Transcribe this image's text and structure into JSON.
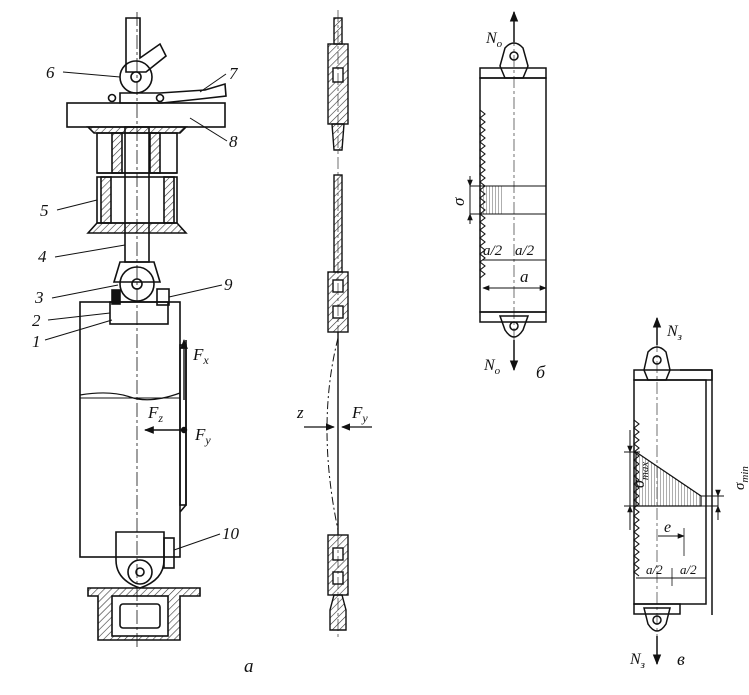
{
  "labels": {
    "part_numbers": [
      "1",
      "2",
      "3",
      "4",
      "5",
      "6",
      "7",
      "8",
      "9",
      "10"
    ],
    "forces": {
      "fx": "F",
      "fx_sub": "x",
      "fy": "F",
      "fy_sub": "y",
      "fz": "F",
      "fz_sub": "z"
    },
    "profile": {
      "z": "z",
      "fy": "F",
      "fy_sub": "y"
    },
    "panel_b": {
      "n_top": "N",
      "n_top_sub": "o",
      "n_bot": "N",
      "n_bot_sub": "o",
      "sigma": "σ",
      "half_a_left": "a/2",
      "half_a_right": "a/2",
      "a": "a",
      "letter": "б"
    },
    "panel_v": {
      "n_top": "N",
      "n_top_sub": "з",
      "n_bot": "N",
      "n_bot_sub": "з",
      "sigma_max": "σ",
      "sigma_max_sub": "max",
      "sigma_min": "σ",
      "sigma_min_sub": "min",
      "e": "e",
      "half_a_left": "a/2",
      "half_a_right": "a/2",
      "letter": "в"
    },
    "fig_letter": "а"
  },
  "colors": {
    "ink": "#111111",
    "hatch": "#333333",
    "paper": "#ffffff"
  }
}
